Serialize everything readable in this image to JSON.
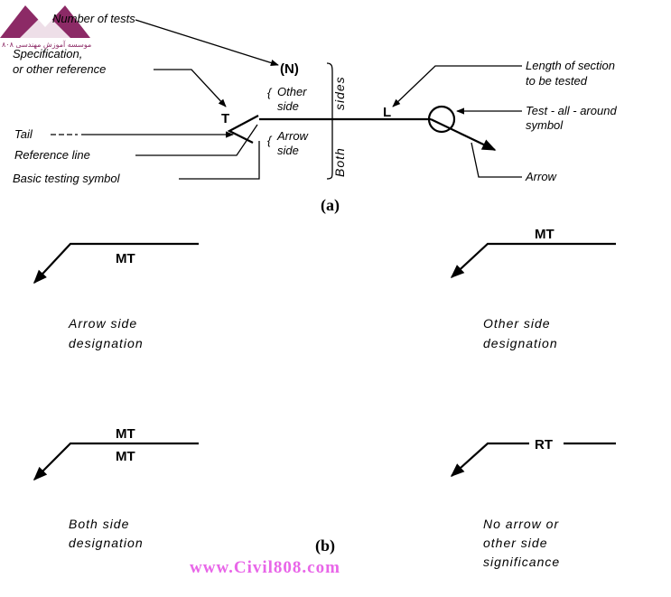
{
  "logo": {
    "text": "موسسه آموزش مهندسی ۸۰۸"
  },
  "part_a": {
    "label": "(a)",
    "num_tests": "Number of tests",
    "spec_line1": "Specification,",
    "spec_line2": "or other reference",
    "tail": "Tail",
    "reference_line": "Reference line",
    "basic_symbol": "Basic testing symbol",
    "n": "(N)",
    "t": "T",
    "other_side_1": "Other",
    "other_side_2": "side",
    "arrow_side_1": "Arrow",
    "arrow_side_2": "side",
    "both": "Both",
    "sides": "sides",
    "l": "L",
    "length_1": "Length of section",
    "length_2": "to be tested",
    "test_around_1": "Test - all - around",
    "test_around_2": "symbol",
    "arrow": "Arrow"
  },
  "part_b": {
    "label": "(b)",
    "arrow_side": {
      "symbol": "MT",
      "cap1": "Arrow side",
      "cap2": "designation"
    },
    "other_side": {
      "symbol": "MT",
      "cap1": "Other side",
      "cap2": "designation"
    },
    "both_side": {
      "symbol_top": "MT",
      "symbol_bottom": "MT",
      "cap1": "Both side",
      "cap2": "designation"
    },
    "no_arrow": {
      "symbol": "RT",
      "cap1": "No arrow or",
      "cap2": "other side",
      "cap3": "significance"
    }
  },
  "watermark": "www.Civil808.com"
}
